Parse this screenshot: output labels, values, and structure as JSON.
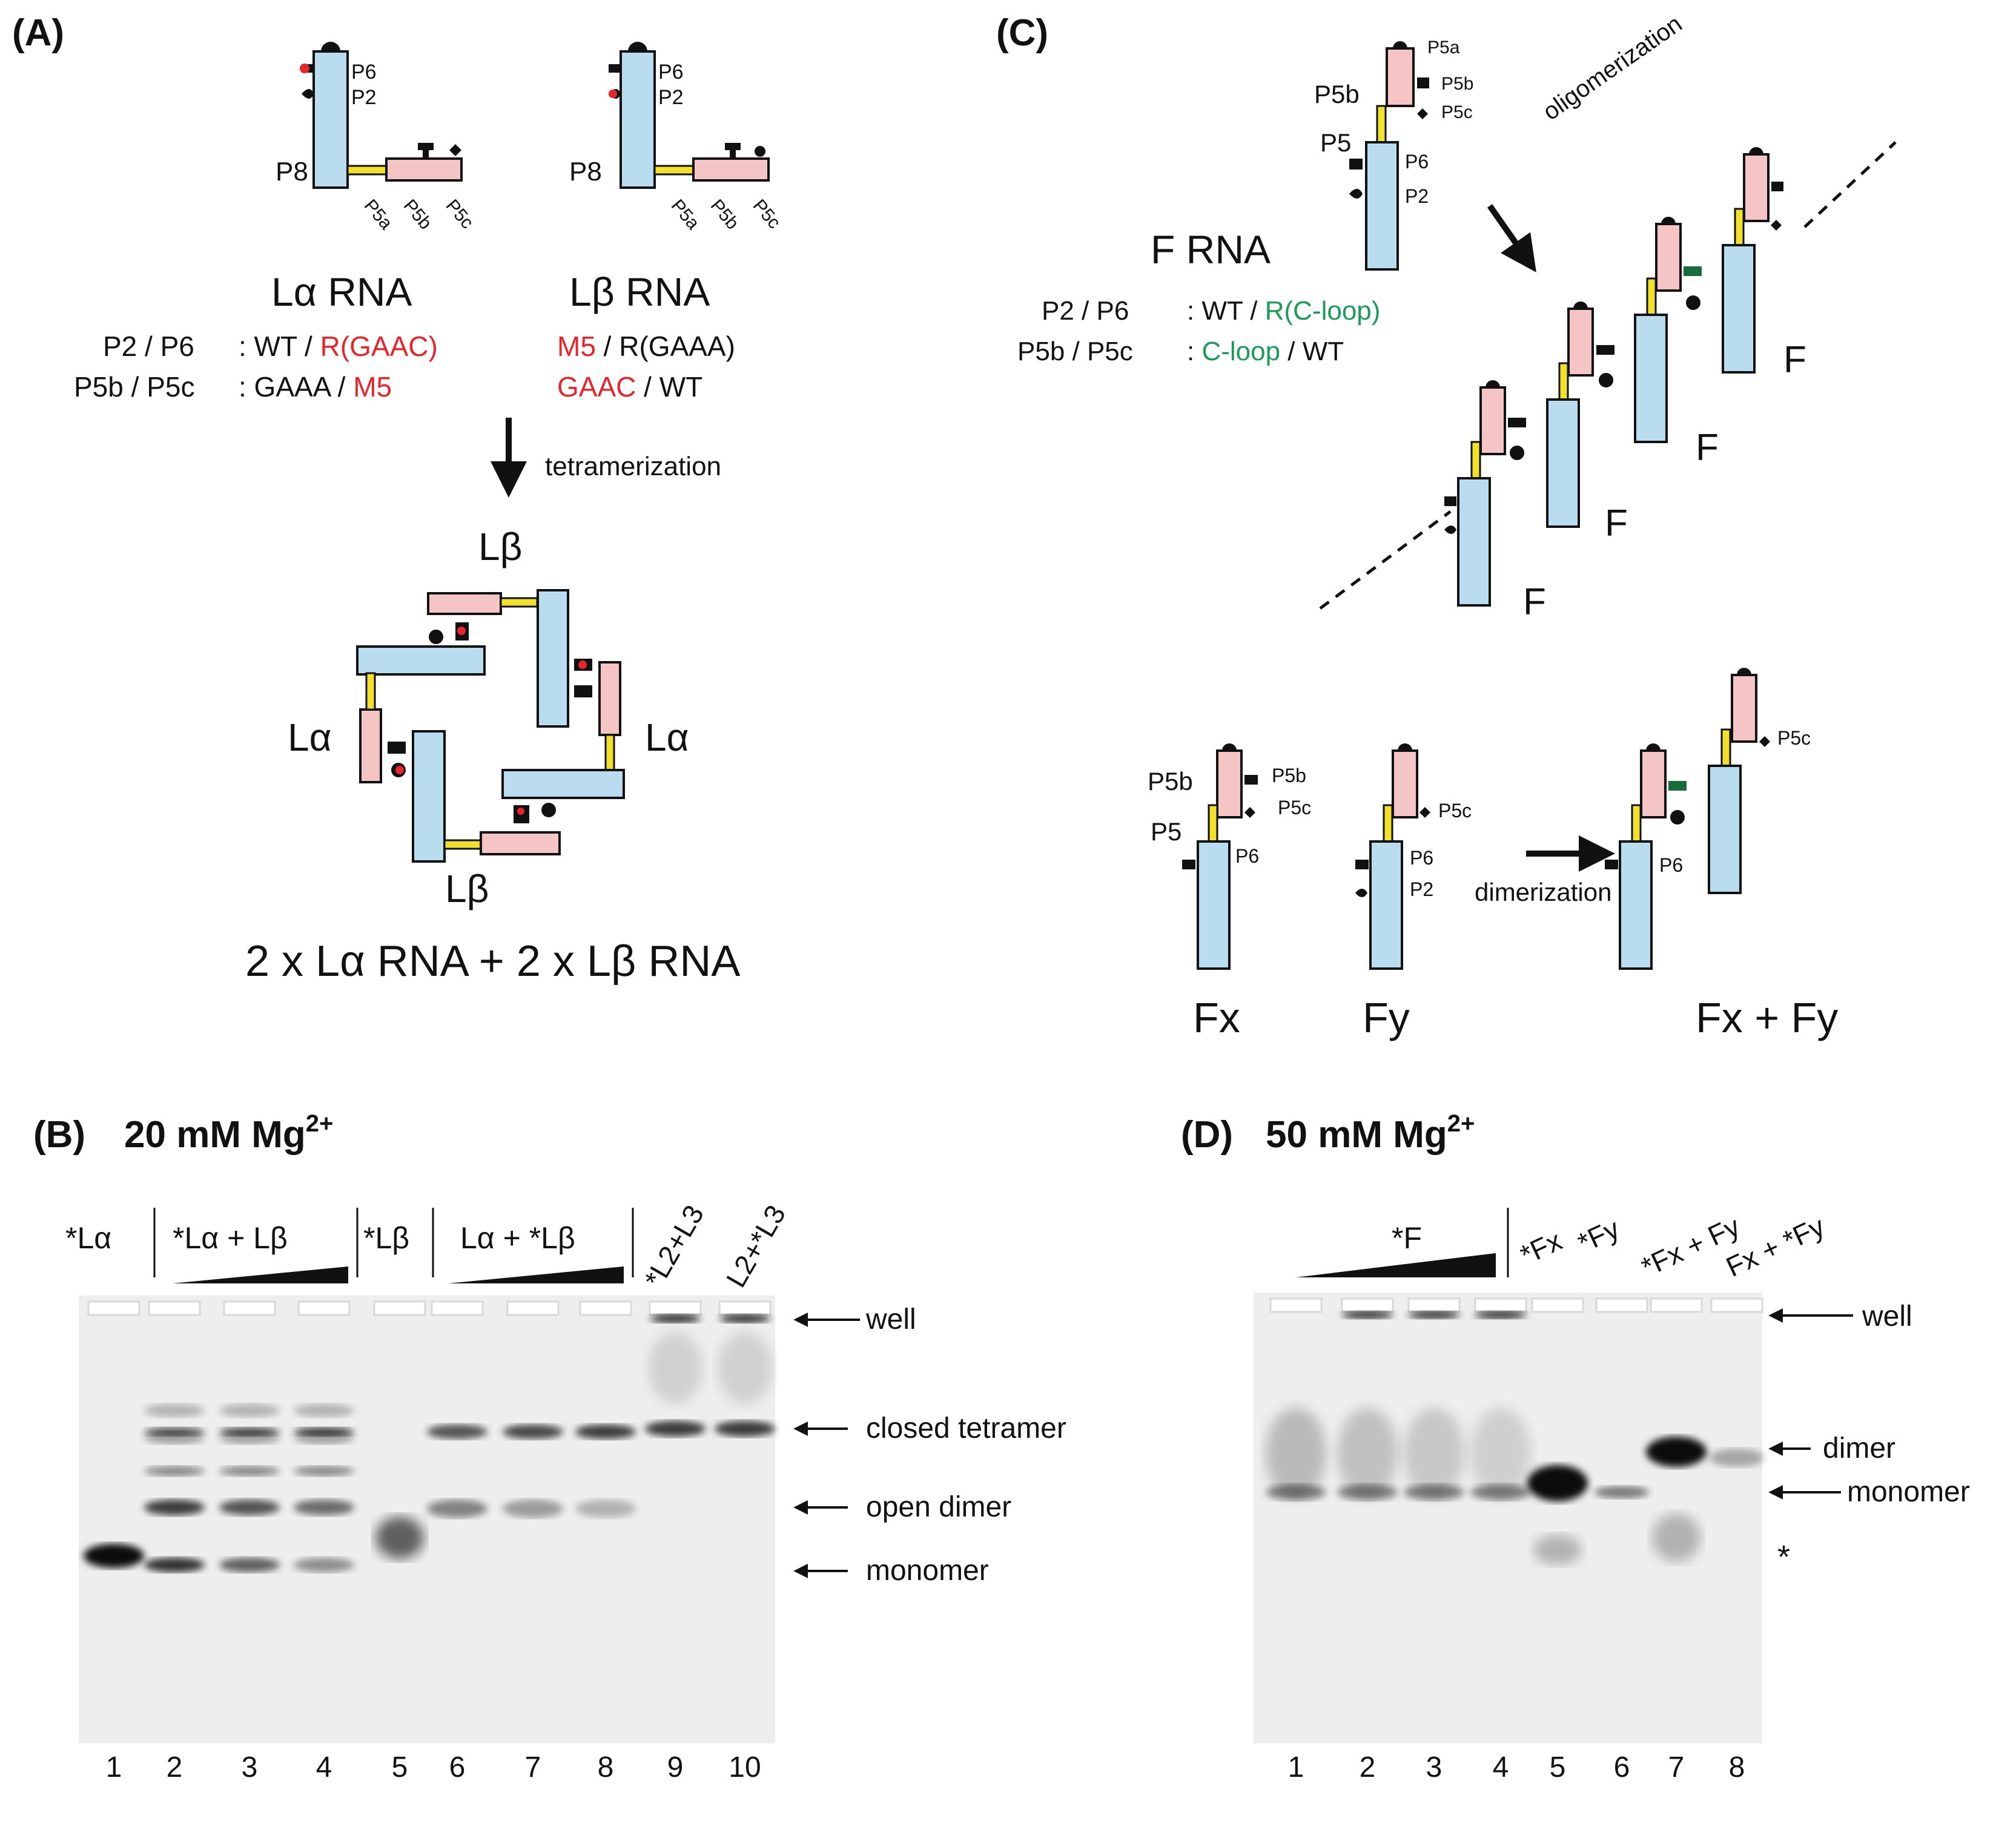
{
  "panels": {
    "A": {
      "label": "(A)",
      "construct_la": {
        "title": "Lα RNA",
        "p6": "P6",
        "p2": "P2",
        "p8": "P8",
        "p5a": "P5a",
        "p5b": "P5b",
        "p5c": "P5c",
        "row1_prefix": "P2 / P6",
        "row1_colon": ": WT / ",
        "row1_red": "R(GAAC)",
        "row2_prefix": "P5b / P5c",
        "row2_colon": ": GAAA / ",
        "row2_red": "M5"
      },
      "construct_lb": {
        "title": "Lβ RNA",
        "p6": "P6",
        "p2": "P2",
        "p8": "P8",
        "p5a": "P5a",
        "p5b": "P5b",
        "p5c": "P5c",
        "row1_red": "M5",
        "row1_rest": " / R(GAAA)",
        "row2_red": "GAAC",
        "row2_rest": " / WT"
      },
      "arrow_label": "tetramerization",
      "tetramer_labels": {
        "top": "Lβ",
        "left": "Lα",
        "right": "Lα",
        "bottom": "Lβ"
      },
      "equation": "2 x Lα RNA + 2 x Lβ RNA"
    },
    "B": {
      "label": "(B)",
      "condition": "20 mM Mg",
      "condition_sup": "2+",
      "lane_groups": [
        "*Lα",
        "*Lα + Lβ",
        "*Lβ",
        "Lα + *Lβ"
      ],
      "rotated_labels": [
        "*L2+L3",
        "L2+*L3"
      ],
      "band_labels": [
        "well",
        "closed tetramer",
        "open dimer",
        "monomer"
      ],
      "lane_numbers": [
        "1",
        "2",
        "3",
        "4",
        "5",
        "6",
        "7",
        "8",
        "9",
        "10"
      ]
    },
    "C": {
      "label": "(C)",
      "f_labels": {
        "p5a": "P5a",
        "p5b": "P5b",
        "p5c": "P5c",
        "p5b_big": "P5b",
        "p5": "P5",
        "p6": "P6",
        "p2": "P2"
      },
      "arrow_label": "oligomerization",
      "title": "F RNA",
      "row1_prefix": "P2 / P6",
      "row1_colon": ": WT / ",
      "row1_green": "R(C-loop)",
      "row2_prefix": "P5b / P5c",
      "row2_colon": ": ",
      "row2_green": "C-loop",
      "row2_rest": " / WT",
      "oligomer_units": [
        "F",
        "F",
        "F",
        "F"
      ],
      "fx_labels": {
        "p5b_big": "P5b",
        "p5": "P5",
        "p5b": "P5b",
        "p5c": "P5c",
        "p6": "P6"
      },
      "fy_labels": {
        "p5c": "P5c",
        "p6": "P6",
        "p2": "P2"
      },
      "dimer_labels": {
        "p5c": "P5c",
        "p6": "P6"
      },
      "dimer_arrow_label": "dimerization",
      "names": {
        "fx": "Fx",
        "fy": "Fy",
        "pair": "Fx + Fy"
      }
    },
    "D": {
      "label": "(D)",
      "condition": "50 mM Mg",
      "condition_sup": "2+",
      "lane_group": "*F",
      "rotated_labels": [
        "*Fx",
        "*Fy",
        "*Fx + Fy",
        "Fx + *Fy"
      ],
      "band_labels": [
        "well",
        "dimer",
        "monomer",
        "*"
      ],
      "lane_numbers": [
        "1",
        "2",
        "3",
        "4",
        "5",
        "6",
        "7",
        "8"
      ]
    }
  },
  "colors": {
    "helix_blue": "#b9dcef",
    "helix_pink": "#f5c5c5",
    "linker_yellow": "#f2e02a",
    "red_text": "#e8252a",
    "green_text": "#1a9b57"
  }
}
